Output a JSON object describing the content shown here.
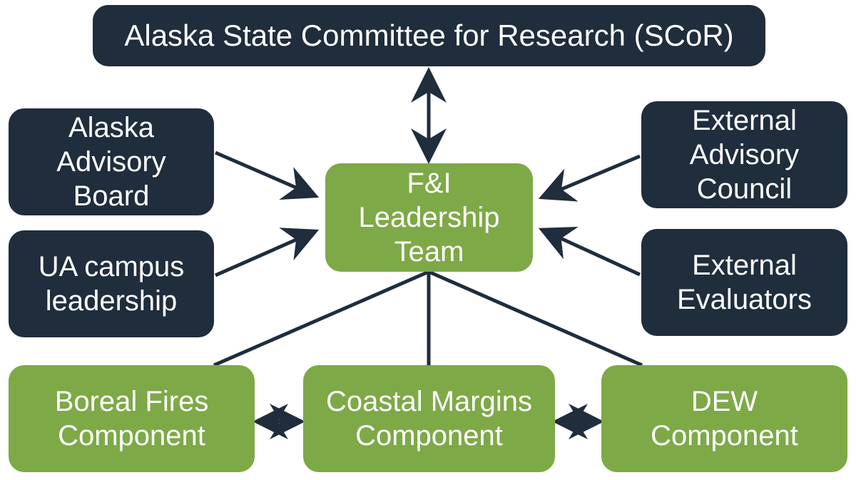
{
  "nodes": {
    "scor": "Alaska State Committee for Research (SCoR)",
    "aab": "Alaska\nAdvisory\nBoard",
    "ua": "UA campus\nleadership",
    "fi": "F&I\nLeadership\nTeam",
    "eac": "External\nAdvisory\nCouncil",
    "ee": "External\nEvaluators",
    "boreal": "Boreal Fires\nComponent",
    "coastal": "Coastal Margins\nComponent",
    "dew": "DEW\nComponent"
  },
  "colors": {
    "dark_box": "#1f2d3d",
    "green_box": "#7ea947",
    "connector": "#1f2d3d",
    "text": "#ffffff"
  }
}
